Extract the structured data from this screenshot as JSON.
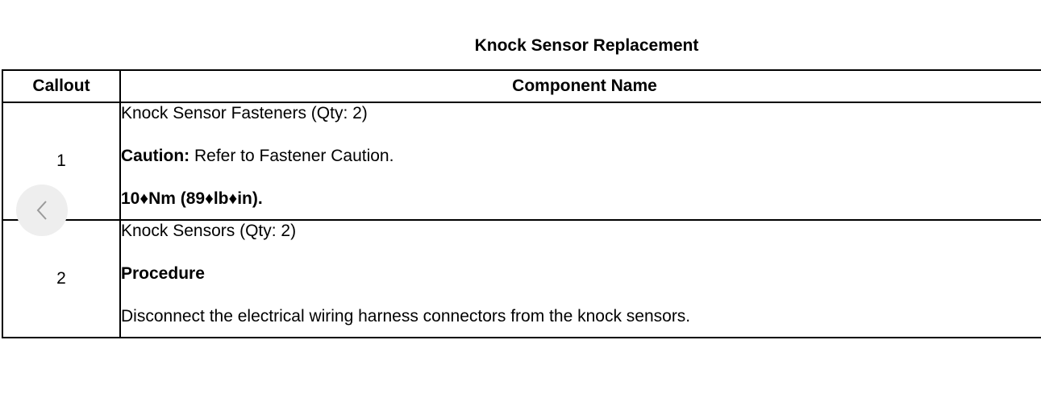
{
  "document": {
    "title": "Knock Sensor Replacement"
  },
  "table": {
    "headers": {
      "callout": "Callout",
      "component_name": "Component Name"
    },
    "rows": [
      {
        "callout": "1",
        "name": "Knock Sensor Fasteners (Qty: 2)",
        "caution_label": "Caution:",
        "caution_text": " Refer to Fastener Caution.",
        "torque": "10♦Nm (89♦lb♦in)."
      },
      {
        "callout": "2",
        "name": "Knock Sensors (Qty: 2)",
        "procedure_label": "Procedure",
        "procedure_text": "Disconnect the electrical wiring harness connectors from the knock sensors."
      }
    ]
  },
  "navigation": {
    "prev_icon": "chevron-left-icon"
  }
}
